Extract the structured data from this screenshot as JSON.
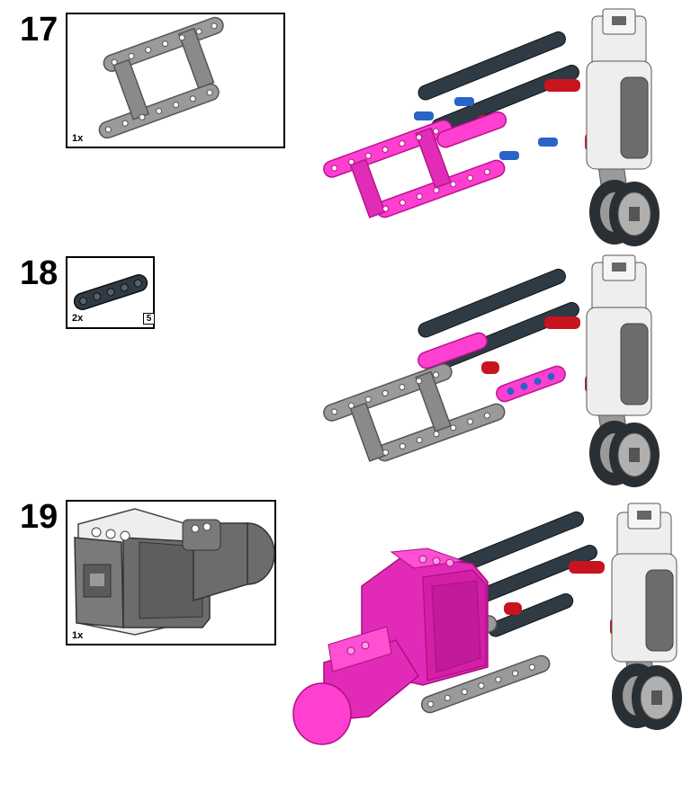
{
  "steps": [
    {
      "number": "17",
      "parts": [
        {
          "quantity": "1x",
          "part": "grey frame"
        }
      ]
    },
    {
      "number": "18",
      "parts": [
        {
          "quantity": "2x",
          "length": "5",
          "part": "dark beam"
        }
      ]
    },
    {
      "number": "19",
      "parts": [
        {
          "quantity": "1x",
          "part": "grey motor"
        }
      ]
    }
  ],
  "colors": {
    "new_part_highlight": "#ff3fcf",
    "new_part_shadow": "#d01aa8",
    "light_grey": "#9a9a9a",
    "dark_grey": "#5b5b5b",
    "dark_beam": "#2f3b44",
    "white_part": "#eeeeee",
    "red_pin": "#c8141e",
    "blue_pin": "#2b63c8",
    "wheel_tire": "#2a2f34"
  }
}
